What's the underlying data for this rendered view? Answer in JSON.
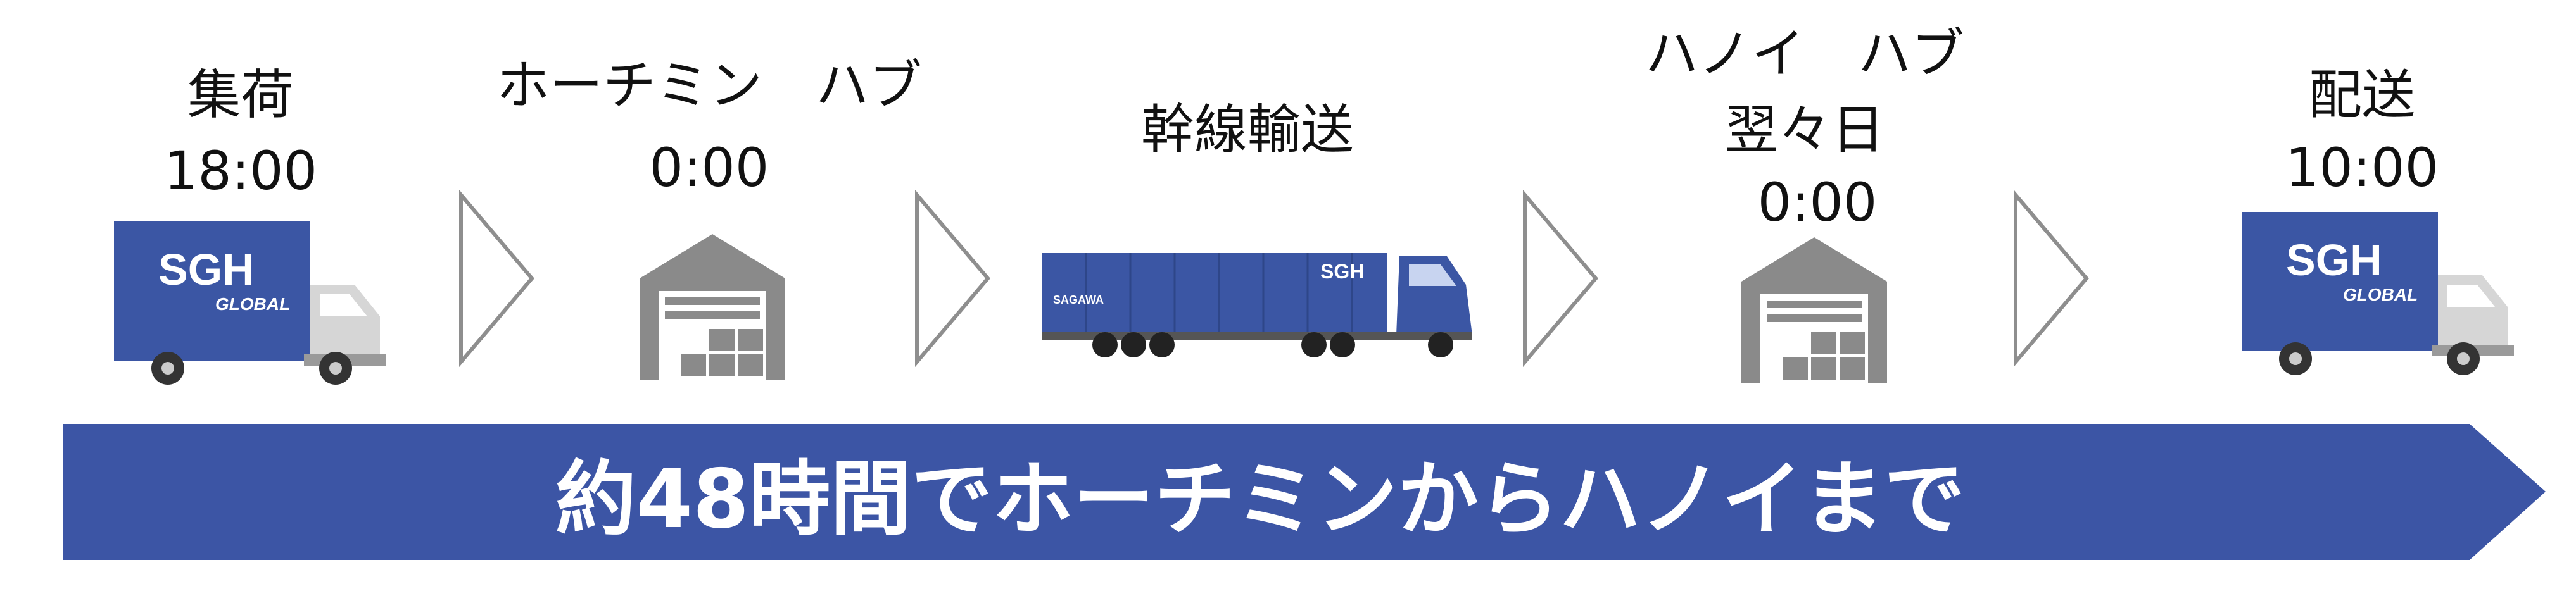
{
  "steps": [
    {
      "title": "集荷",
      "time": "18:00"
    },
    {
      "title": "ホーチミン　ハブ",
      "time": "0:00"
    },
    {
      "title": "幹線輸送",
      "time": ""
    },
    {
      "title": "ハノイ　ハブ",
      "subtitle": "翌々日",
      "time": "0:00"
    },
    {
      "title": "配送",
      "time": "10:00"
    }
  ],
  "banner": {
    "text": "約48時間でホーチミンからハノイまで"
  },
  "truck_logo": {
    "brand": "SGH",
    "sub": "GLOBAL"
  },
  "trailer_text": "SAGAWA",
  "colors": {
    "brand_blue": "#3B56A4",
    "banner_blue": "#3C55A5",
    "warehouse_gray": "#8A8A8A",
    "chevron_gray": "#8E8E8E"
  },
  "icons": [
    "delivery-truck-icon",
    "warehouse-icon",
    "semi-truck-icon",
    "warehouse-icon",
    "delivery-truck-icon"
  ]
}
